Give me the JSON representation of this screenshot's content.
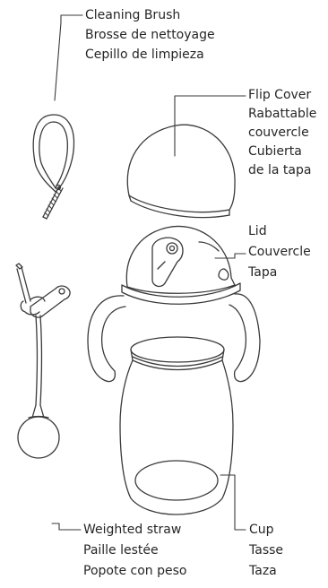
{
  "parts": {
    "cleaning_brush": {
      "lines": [
        "Cleaning Brush",
        "Brosse de nettoyage",
        "Cepillo de limpieza"
      ]
    },
    "flip_cover": {
      "lines": [
        "Flip Cover",
        "Rabattable",
        "couvercle",
        "Cubierta",
        "de la tapa"
      ]
    },
    "lid": {
      "lines": [
        "Lid",
        "Couvercle",
        "Tapa"
      ]
    },
    "weighted_straw": {
      "lines": [
        "Weighted straw",
        "Paille lestée",
        "Popote con peso"
      ]
    },
    "cup": {
      "lines": [
        "Cup",
        "Tasse",
        "Taza"
      ]
    }
  },
  "colors": {
    "stroke": "#3a3a3a",
    "text": "#262626"
  }
}
